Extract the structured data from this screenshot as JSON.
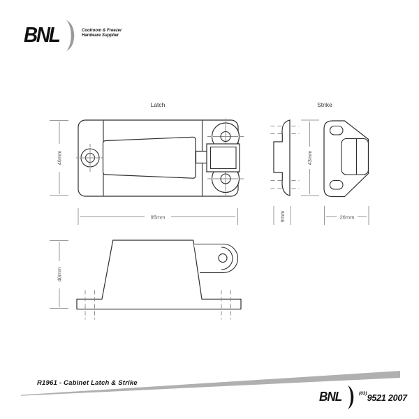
{
  "brand": {
    "name": "BNL",
    "tagline_line1": "Coolroom & Freezer",
    "tagline_line2": "Hardware Supplier"
  },
  "views": {
    "latch": {
      "label": "Latch",
      "width": "95mm",
      "height": "46mm"
    },
    "latch_side": {
      "height": "40mm"
    },
    "strike": {
      "label": "Strike",
      "height": "43mm",
      "depth": "9mm",
      "width": "26mm"
    }
  },
  "footer": {
    "title": "R1961 - Cabinet Latch & Strike",
    "brand": "BNL",
    "phone_prefix": "(03)",
    "phone": "9521 2007"
  },
  "colors": {
    "line": "#2e2e2e",
    "dimension": "#9a9a9a",
    "dimension_text": "#555555",
    "swoosh": "#b0b0b0",
    "logo_crescent_top": "#9a9a9a",
    "logo_crescent_bottom": "#111111",
    "ink": "#111111"
  }
}
